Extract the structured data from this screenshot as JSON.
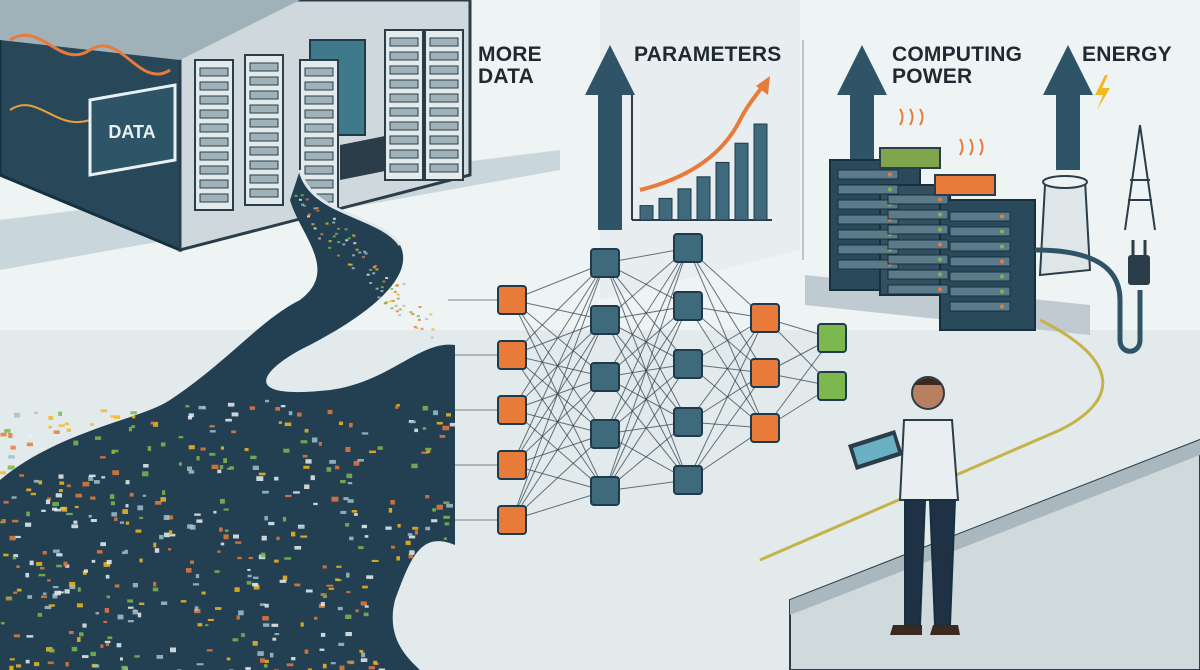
{
  "labels": {
    "data_block": "DATA",
    "more_data": [
      "MORE",
      "DATA"
    ],
    "parameters": "PARAMETERS",
    "computing_power": [
      "COMPUTING",
      "POWER"
    ],
    "energy": "ENERGY"
  },
  "parameters_chart": {
    "bar_levels": [
      0.12,
      0.18,
      0.26,
      0.36,
      0.48,
      0.64,
      0.8
    ]
  },
  "colors": {
    "dark_navy": "#1e3a4c",
    "teal": "#3e6a7c",
    "orange": "#e87a3a",
    "green": "#7cb84e",
    "yellow": "#f2b820",
    "background": "#e7eef0"
  },
  "neural_network": {
    "layer_sizes": [
      5,
      5,
      5,
      3,
      2
    ]
  }
}
